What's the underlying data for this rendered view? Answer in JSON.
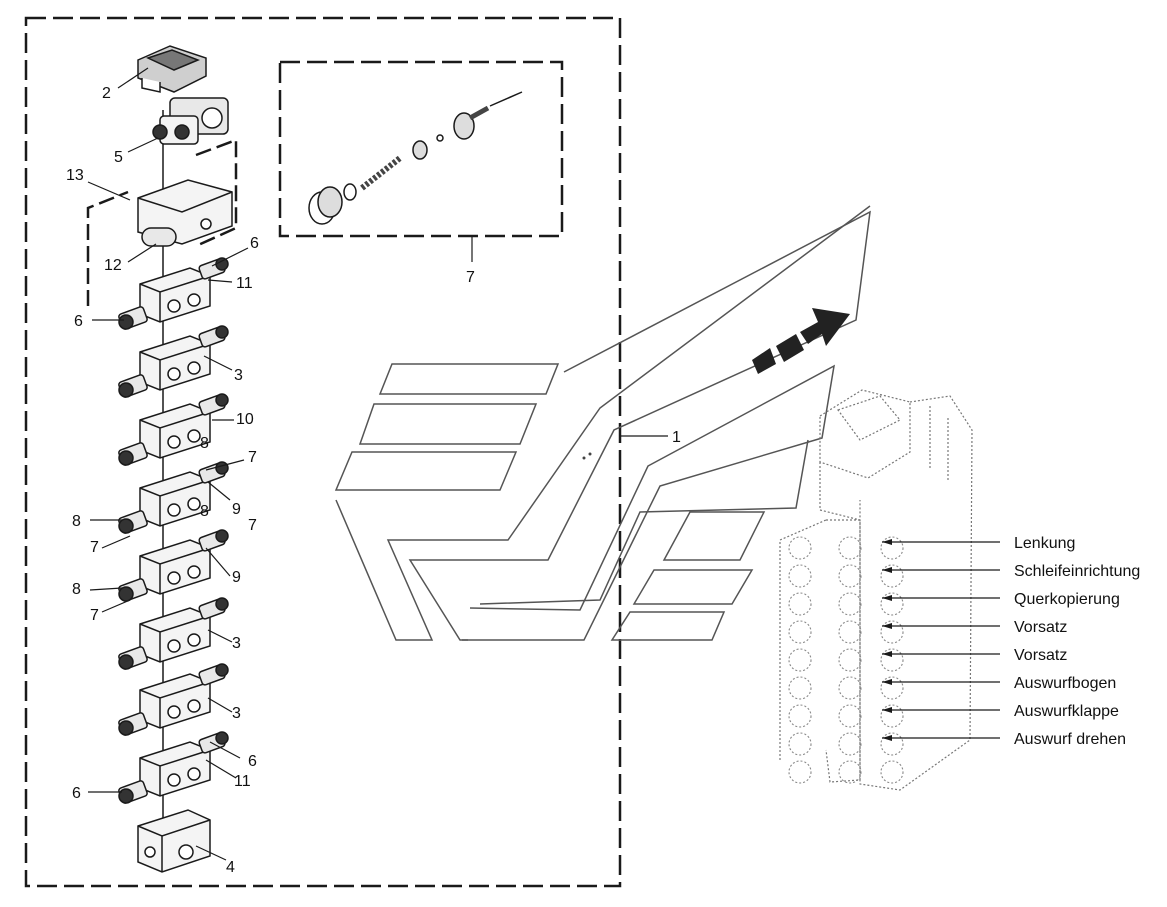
{
  "callouts": {
    "c1": "1",
    "c2": "2",
    "c3a": "3",
    "c3b": "3",
    "c3c": "3",
    "c4": "4",
    "c5": "5",
    "c6a": "6",
    "c6b": "6",
    "c6c": "6",
    "c6d": "6",
    "c7box": "7",
    "c7a": "7",
    "c7b": "7",
    "c7c": "7",
    "c7d": "7",
    "c8a": "8",
    "c8b": "8",
    "c8c": "8",
    "c8d": "8",
    "c9a": "9",
    "c9b": "9",
    "c10": "10",
    "c11a": "11",
    "c11b": "11",
    "c12": "12",
    "c13": "13"
  },
  "functions": [
    "Lenkung",
    "Schleifeinrichtung",
    "Querkopierung",
    "Vorsatz",
    "Vorsatz",
    "Auswurfbogen",
    "Auswurfklappe",
    "Auswurf drehen"
  ],
  "colors": {
    "line": "#1a1a1a",
    "ghost": "#8a8a8a",
    "background": "#ffffff"
  }
}
